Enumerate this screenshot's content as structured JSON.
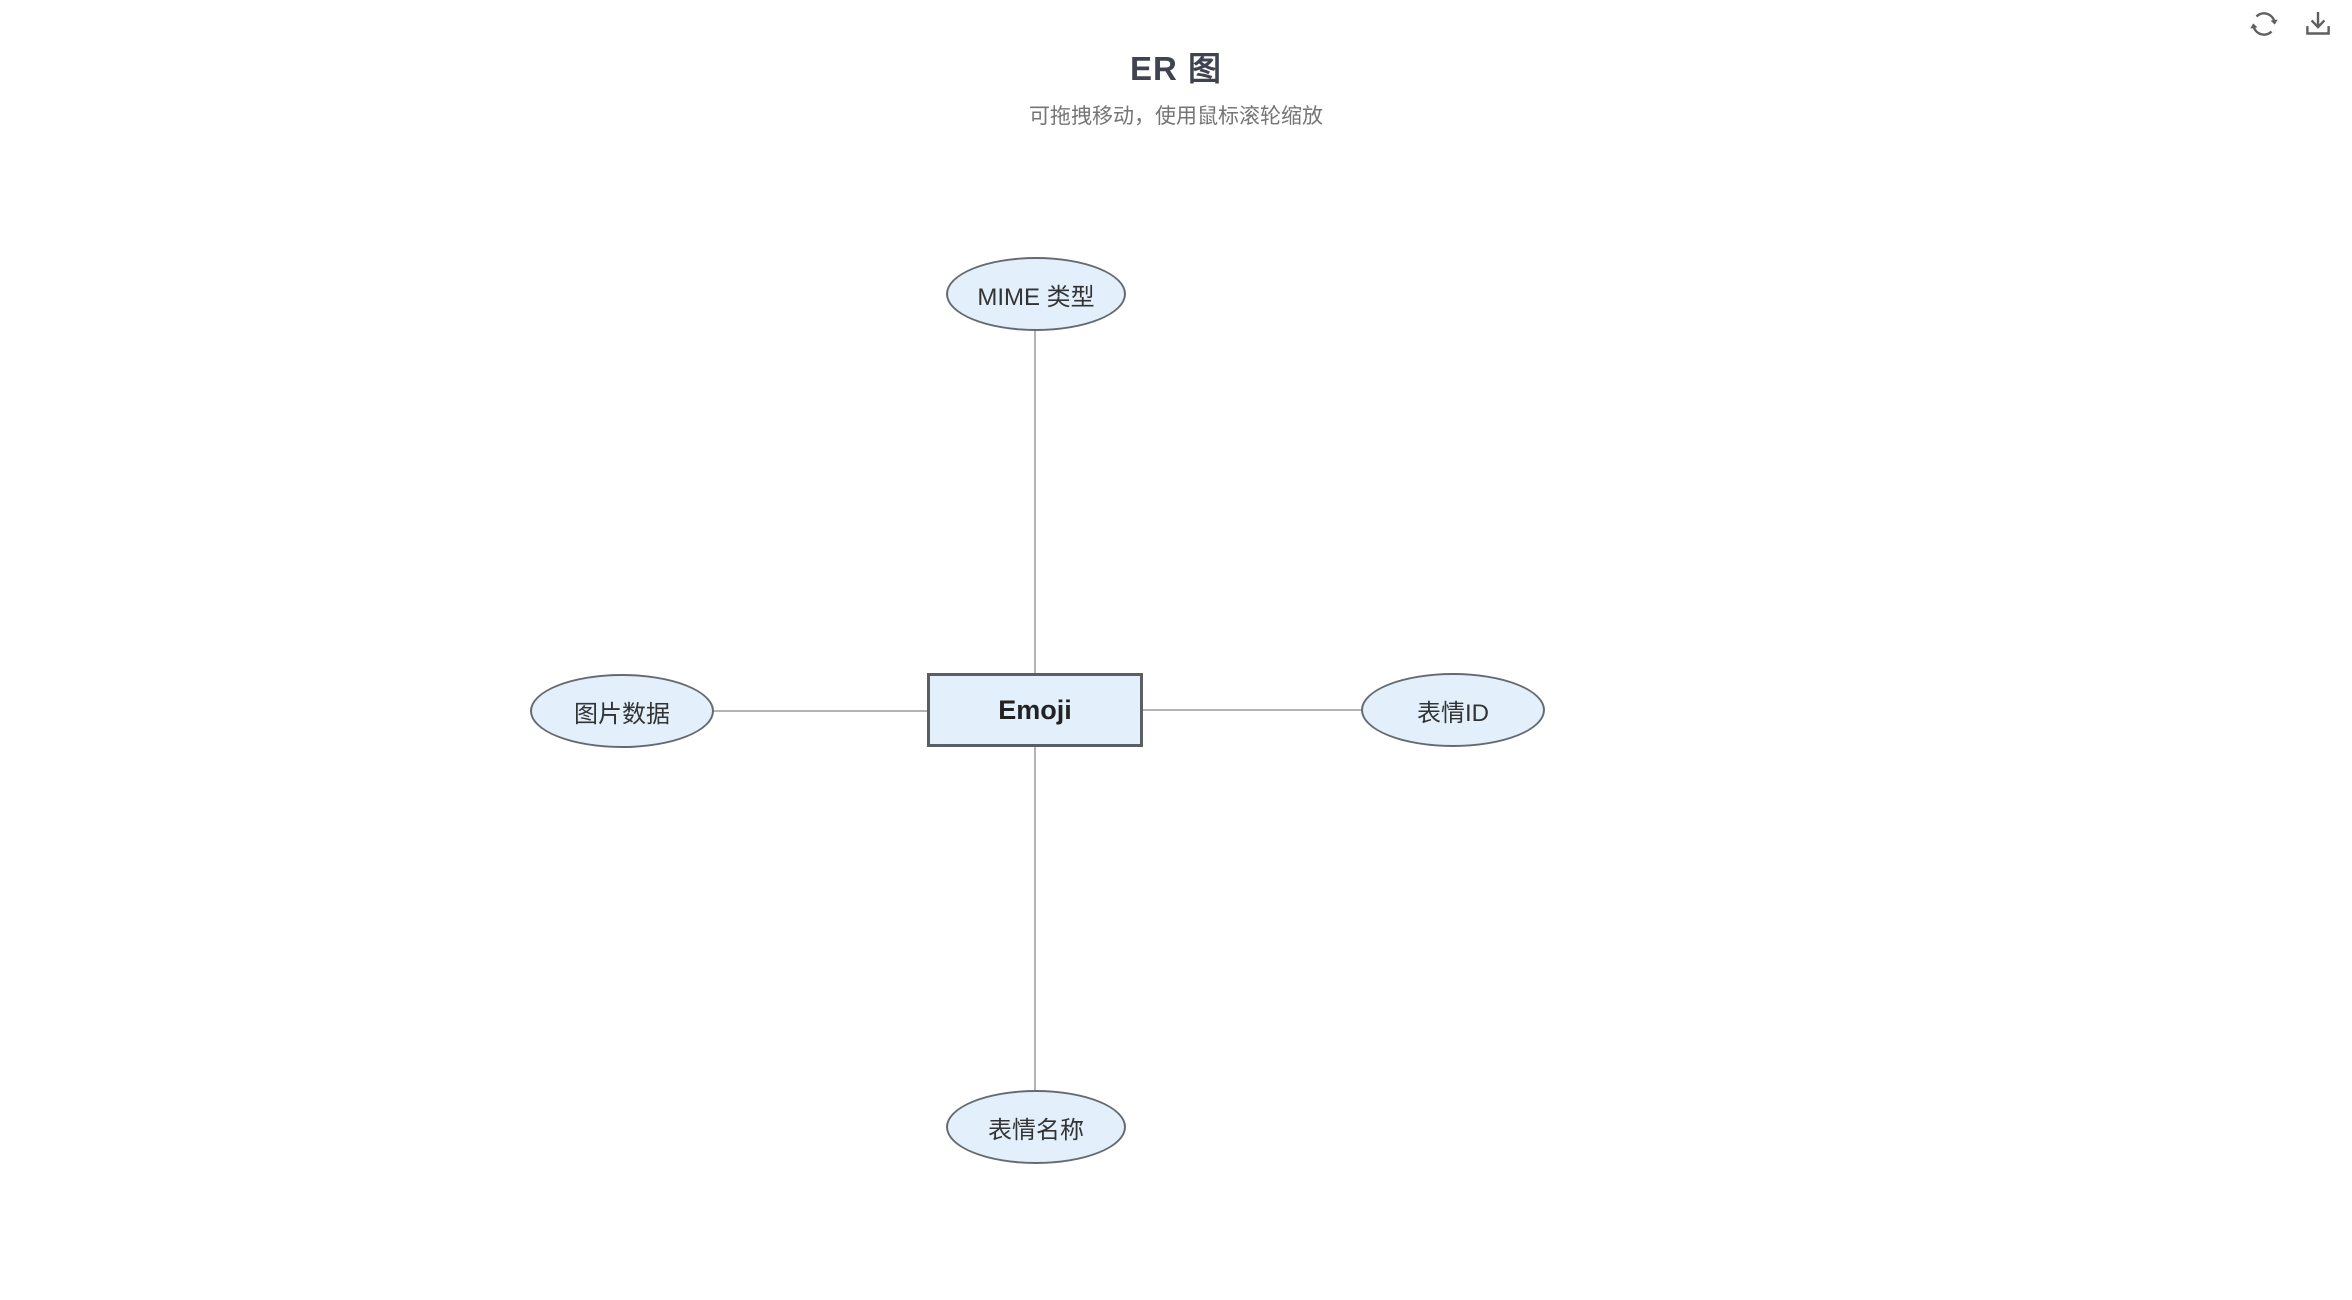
{
  "header": {
    "title": "ER 图",
    "subtitle": "可拖拽移动，使用鼠标滚轮缩放"
  },
  "toolbox": {
    "icons": [
      {
        "name": "refresh-icon",
        "meaning": "重新加载 / restore"
      },
      {
        "name": "download-icon",
        "meaning": "保存为图片 / download"
      }
    ]
  },
  "diagram": {
    "type": "er-diagram",
    "interaction_hint": "可拖拽移动，使用鼠标滚轮缩放",
    "entity": {
      "label": "Emoji",
      "shape": "rectangle"
    },
    "attributes": [
      {
        "label": "MIME 类型",
        "position": "top",
        "shape": "ellipse"
      },
      {
        "label": "图片数据",
        "position": "left",
        "shape": "ellipse"
      },
      {
        "label": "表情ID",
        "position": "right",
        "shape": "ellipse"
      },
      {
        "label": "表情名称",
        "position": "bottom",
        "shape": "ellipse"
      }
    ],
    "edges": [
      {
        "from": "Emoji",
        "to": "MIME 类型"
      },
      {
        "from": "Emoji",
        "to": "图片数据"
      },
      {
        "from": "Emoji",
        "to": "表情ID"
      },
      {
        "from": "Emoji",
        "to": "表情名称"
      }
    ],
    "colors": {
      "node_fill": "#e3f0fb",
      "node_border": "#5f6368",
      "edge": "#b3b3b3",
      "title": "#3f4450",
      "subtitle": "#757575",
      "icon": "#5f5f5f",
      "background": "#ffffff"
    }
  }
}
